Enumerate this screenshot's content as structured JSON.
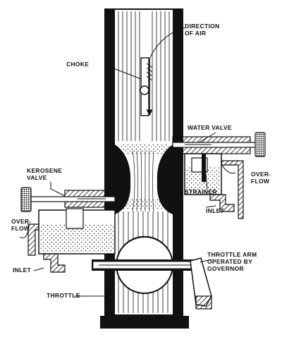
{
  "labels": {
    "direction_of_air": [
      "DIRECTION",
      "OF AIR"
    ],
    "choke": "CHOKE",
    "water_valve": "WATER VALVE",
    "kerosene_valve": [
      "KEROSENE",
      "VALVE"
    ],
    "overflow_right": [
      "OVER-",
      "FLOW"
    ],
    "strainer": "STRAINER",
    "inlet_right": "INLET",
    "overflow_left": [
      "OVER-",
      "FLOW"
    ],
    "inlet_left": "INLET",
    "throttle_arm": [
      "THROTTLE ARM",
      "OPERATED BY",
      "GOVERNOR"
    ],
    "throttle": "THROTTLE"
  },
  "colors": {
    "ink": "#111111",
    "paper": "#ffffff"
  }
}
